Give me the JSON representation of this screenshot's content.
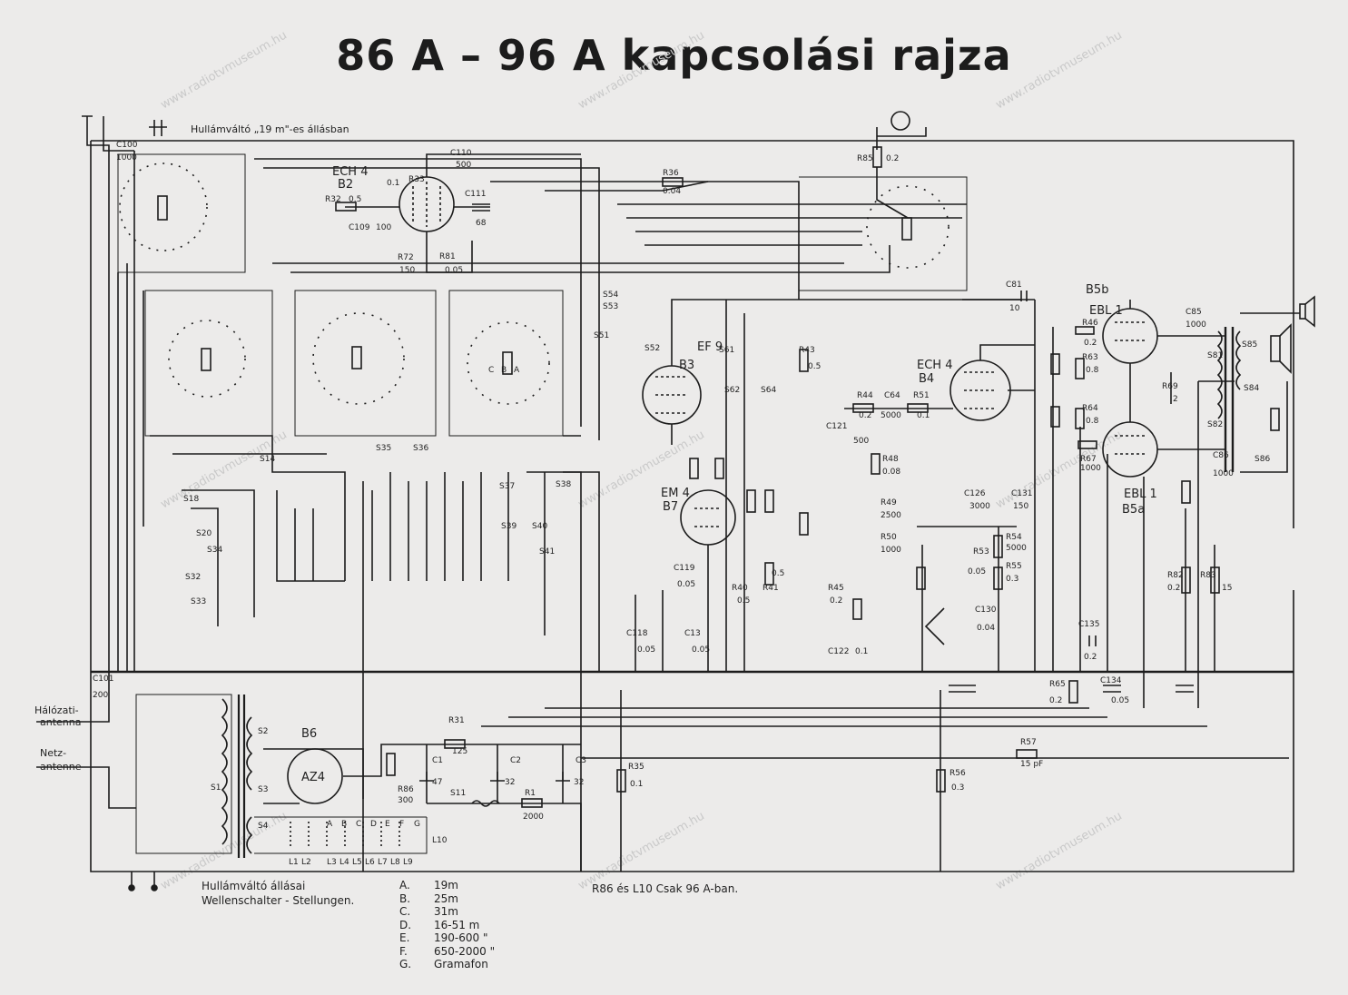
{
  "title": "86 A – 96 A kapcsolási rajza",
  "watermark": "www.radiotvmuseum.hu",
  "top_note": "Hullámváltó „19 m\"-es állásban",
  "left_labels": {
    "halozati": [
      "Hálózati-",
      "antenna"
    ],
    "netz": [
      "Netz-",
      "antenne"
    ]
  },
  "tubes": [
    {
      "type": "ECH 4",
      "ref": "B2"
    },
    {
      "type": "EF 9",
      "ref": "B3"
    },
    {
      "type": "ECH 4",
      "ref": "B4"
    },
    {
      "type": "EM 4",
      "ref": "B7"
    },
    {
      "type": "EBL 1",
      "ref": "B5b"
    },
    {
      "type": "EBL 1",
      "ref": "B5a"
    },
    {
      "type": "AZ4",
      "ref": "B6"
    }
  ],
  "components": {
    "c100": [
      "C100",
      "1000"
    ],
    "c101": [
      "C101",
      "200"
    ],
    "c110": [
      "C110",
      "500"
    ],
    "r36": [
      "R36",
      "0.04"
    ],
    "r85": [
      "R85",
      "0.2"
    ],
    "r32": [
      "R32",
      "0.5"
    ],
    "r33": [
      "R33",
      "0.1"
    ],
    "c109": [
      "C109",
      "100"
    ],
    "c111": [
      "C111",
      "68"
    ],
    "r72": [
      "R72",
      "150"
    ],
    "r81": [
      "R81",
      "0.05"
    ],
    "c81": [
      "C81",
      "10"
    ],
    "c85": [
      "C85",
      "1000"
    ],
    "r46": [
      "R46",
      "0.2"
    ],
    "r63": [
      "R63",
      "0.8"
    ],
    "r64": [
      "R64",
      "0.8"
    ],
    "r67": [
      "R67",
      "1000"
    ],
    "r69": [
      "R69",
      "2"
    ],
    "c86": [
      "C86",
      "1000"
    ],
    "r31": [
      "R31",
      "125"
    ],
    "r35": [
      "R35",
      "0.1"
    ],
    "r56": [
      "R56",
      "0.3"
    ],
    "r57": [
      "R57",
      "15 pF"
    ],
    "r65": [
      "R65",
      "0.2"
    ],
    "c134": [
      "C134",
      "0.05"
    ],
    "c135": [
      "C135",
      "0.2"
    ],
    "r1": [
      "R1",
      "2000"
    ],
    "c1": [
      "C1",
      "47"
    ],
    "c2": [
      "C2",
      "32"
    ],
    "c3": [
      "C3",
      "32"
    ],
    "r86": [
      "R86",
      "300"
    ],
    "r82": [
      "R82",
      "0.2"
    ],
    "r83": [
      "R83",
      "15"
    ],
    "c130": [
      "C130",
      "0.04"
    ],
    "r53": [
      "R53",
      "0.05"
    ],
    "r54": [
      "R54",
      "5000"
    ],
    "r55": [
      "R55",
      "0.3"
    ],
    "r50": [
      "R50",
      "1000"
    ],
    "r49": [
      "R49",
      "2500"
    ],
    "r48": [
      "R48",
      "0.08"
    ],
    "r44": [
      "R44",
      "0.2"
    ],
    "c64": [
      "C64",
      "5000"
    ],
    "r51": [
      "R51",
      "0.1"
    ],
    "c131": [
      "C131",
      "150"
    ],
    "c126": [
      "C126",
      "3000"
    ],
    "c121": [
      "C121",
      "500"
    ],
    "r45": [
      "R45",
      "0.2"
    ],
    "c122": [
      "C122",
      "0.1"
    ],
    "c118": [
      "C118",
      "0.05"
    ],
    "c13": [
      "C13",
      "0.05"
    ],
    "c119": [
      "C119",
      "0.05"
    ],
    "r40": [
      "R40",
      "0.5"
    ],
    "r41": [
      "R41",
      "0.5"
    ],
    "r43": [
      "R43",
      "0.5"
    ]
  },
  "switch_labels": [
    "S53",
    "S54",
    "S51",
    "S52",
    "S14",
    "S18",
    "S20",
    "S34",
    "S32",
    "S33",
    "S35",
    "S36",
    "S37",
    "S38",
    "S39",
    "S40",
    "S41",
    "S61",
    "S62",
    "S64",
    "S81",
    "S82",
    "S84",
    "S85",
    "S86",
    "S11"
  ],
  "coil_labels": [
    "L1",
    "L2",
    "L3",
    "L4",
    "L5",
    "L6",
    "L7",
    "L8",
    "L9",
    "L10"
  ],
  "transformer_labels": [
    "S1",
    "S2",
    "S3",
    "S4"
  ],
  "band_letters": [
    "A",
    "B",
    "C",
    "D",
    "E",
    "F",
    "G"
  ],
  "band_letters_cba": [
    "C",
    "B",
    "A"
  ],
  "legend_left": [
    "Hullámváltó állásai",
    "Wellenschalter - Stellungen."
  ],
  "bands": [
    {
      "key": "A.",
      "value": "19m"
    },
    {
      "key": "B.",
      "value": "25m"
    },
    {
      "key": "C.",
      "value": "31m"
    },
    {
      "key": "D.",
      "value": "16-51      m"
    },
    {
      "key": "E.",
      "value": "190-600    \""
    },
    {
      "key": "F.",
      "value": "650-2000  \""
    },
    {
      "key": "G.",
      "value": "Gramafon"
    }
  ],
  "footnote": "R86 és L10 Csak 96 A-ban.",
  "colors": {
    "paper": "#ecebea",
    "ink": "#1c1c1c",
    "watermark": "#c9c9c9"
  }
}
